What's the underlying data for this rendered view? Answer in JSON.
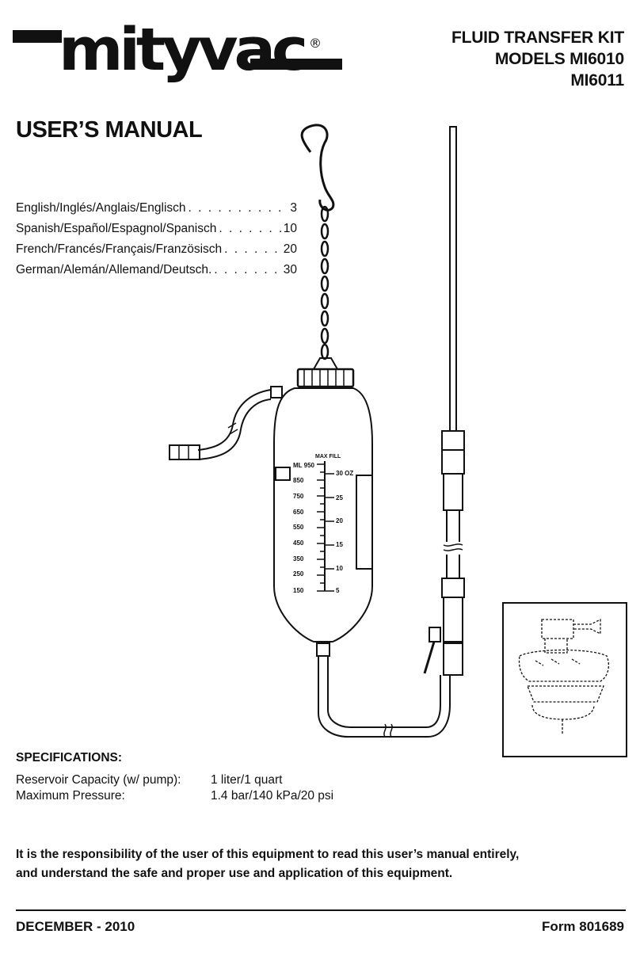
{
  "brand": {
    "logo_text": "mityvac",
    "registered": "®"
  },
  "header": {
    "kit_title": "FLUID TRANSFER KIT",
    "models_line1": "MODELS MI6010",
    "models_line2": "MI6011"
  },
  "manual_title": "USER’S MANUAL",
  "toc": [
    {
      "language": "English/Inglés/Anglais/Englisch",
      "dots": " . . . . . . . . . . . . . . . . . .",
      "page": "3"
    },
    {
      "language": "Spanish/Español/Espagnol/Spanisch",
      "dots": " . . . . . . . . . . . . .",
      "page": "10"
    },
    {
      "language": "French/Francés/Français/Französisch",
      "dots": ". . . . . . . . . . . .",
      "page": "20"
    },
    {
      "language": "German/Alemán/Allemand/Deutsch.",
      "dots": " . . . . . . . . . . . . .",
      "page": "30"
    }
  ],
  "gauge": {
    "max_fill": "MAX FILL",
    "ml_labels": [
      "ML 950",
      "850",
      "750",
      "650",
      "550",
      "450",
      "350",
      "250",
      "150"
    ],
    "oz_labels": [
      "30 OZ",
      "25",
      "20",
      "15",
      "10",
      "5"
    ]
  },
  "specifications": {
    "heading": "SPECIFICATIONS:",
    "rows": [
      {
        "label": "Reservoir Capacity (w/ pump):",
        "value": "1 liter/1 quart"
      },
      {
        "label": "Maximum Pressure:",
        "value": "1.4 bar/140 kPa/20 psi"
      }
    ]
  },
  "warning": {
    "line1": "It is the responsibility of the user of this equipment to read this user’s manual entirely,",
    "line2": "and understand the safe and proper use and application of this equipment."
  },
  "footer": {
    "date": "DECEMBER - 2010",
    "form": "Form 801689"
  }
}
